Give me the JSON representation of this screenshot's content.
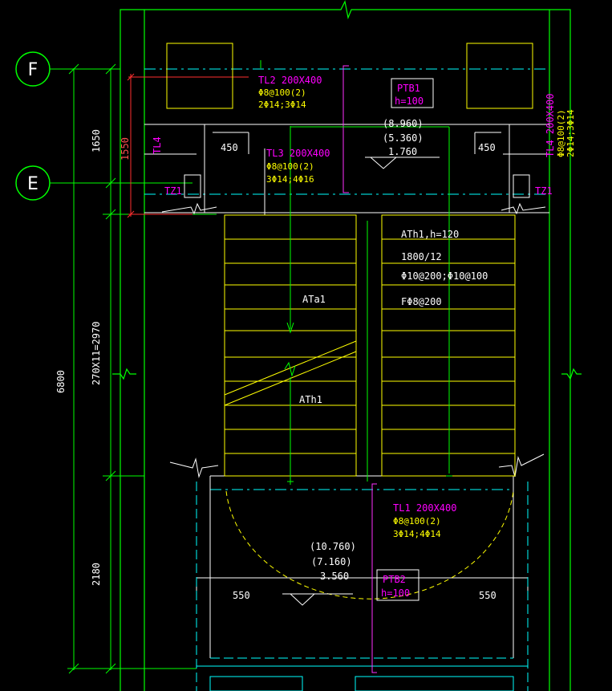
{
  "grid_axes": {
    "f_label": "F",
    "e_label": "E"
  },
  "dimensions": {
    "d1650": "1650",
    "d1550": "1550",
    "d270x11": "270X11=2970",
    "d6800": "6800",
    "d2180": "2180",
    "d450_left": "450",
    "d450_right": "450",
    "d550_left": "550",
    "d550_right": "550"
  },
  "beams": {
    "tl2": {
      "name": "TL2  200X400",
      "stirrup": "Φ8@100(2)",
      "bars": "2Φ14;3Φ14"
    },
    "tl3": {
      "name": "TL3  200X400",
      "stirrup": "Φ8@100(2)",
      "bars": "3Φ14;4Φ16"
    },
    "tl4_left": {
      "name": "TL4"
    },
    "tl4_right": {
      "name": "TL4  200X400",
      "stirrup": "Φ8@100(2)",
      "bars": "2Φ14;3Φ14"
    },
    "tl1": {
      "name": "TL1  200X400",
      "stirrup": "Φ8@100(2)",
      "bars": "3Φ14;4Φ14"
    }
  },
  "columns": {
    "tz1_left": "TZ1",
    "tz1_right": "TZ1"
  },
  "slabs": {
    "ptb1": {
      "name": "PTB1",
      "h": "h=100"
    },
    "ptb2": {
      "name": "PTB2",
      "h": "h=100"
    }
  },
  "elevations": {
    "top": [
      "(8.960)",
      "(5.360)",
      "1.760"
    ],
    "bottom": [
      "(10.760)",
      "(7.160)",
      "3.560"
    ]
  },
  "stairs": {
    "ata1": "ATa1",
    "ath1": "ATh1",
    "ath1_info": {
      "name": "ATh1,h=120",
      "steps": "1800/12",
      "rebar": "Φ10@200;Φ10@100",
      "dist": "FΦ8@200"
    }
  }
}
